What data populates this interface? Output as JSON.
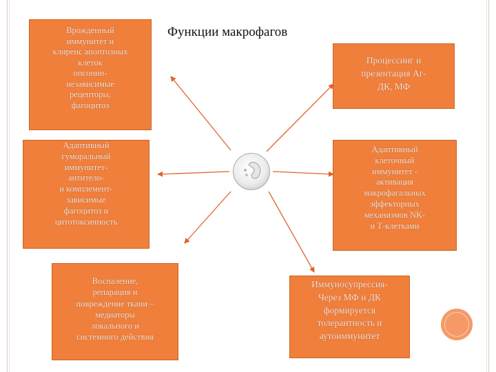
{
  "title": "Функции макрофагов",
  "colors": {
    "box_fill": "#f07f3c",
    "box_text": "#fbe7da",
    "arrow": "#e0632a",
    "accent_circle": "#f59a66"
  },
  "boxes": {
    "top_left": {
      "lines": [
        "Врожденный",
        "иммунитет и",
        "клиренс апоптозных",
        "клеток",
        "опсонин-",
        "независимые",
        "рецепторы,",
        "фагоцитоз"
      ]
    },
    "top_right": {
      "lines": [
        "Процессинг и",
        "презентация Аг-",
        "ДК, МФ"
      ]
    },
    "middle_left": {
      "lines": [
        "Адаптивный",
        "гуморальный",
        "иммунитет-",
        "антитело-",
        "и комплемент-",
        "зависимые",
        "фагоцитоз и",
        "цитотоксичность"
      ]
    },
    "middle_right": {
      "lines": [
        "Адаптивный",
        "клеточный",
        "иммунитет -",
        "активация",
        "макрофагальных",
        "эффекторных",
        "механизмов NK-",
        "и Т-клетками"
      ]
    },
    "bottom_left": {
      "lines": [
        "Воспаление,",
        "репарация и",
        "повреждение ткани –",
        "медиаторы",
        "локального и",
        "системного действия"
      ]
    },
    "bottom_right": {
      "lines": [
        "Иммуносупрессия-",
        "Через МФ и ДК",
        "формируется",
        "толерантность и",
        "аутоиммунитет"
      ]
    }
  }
}
